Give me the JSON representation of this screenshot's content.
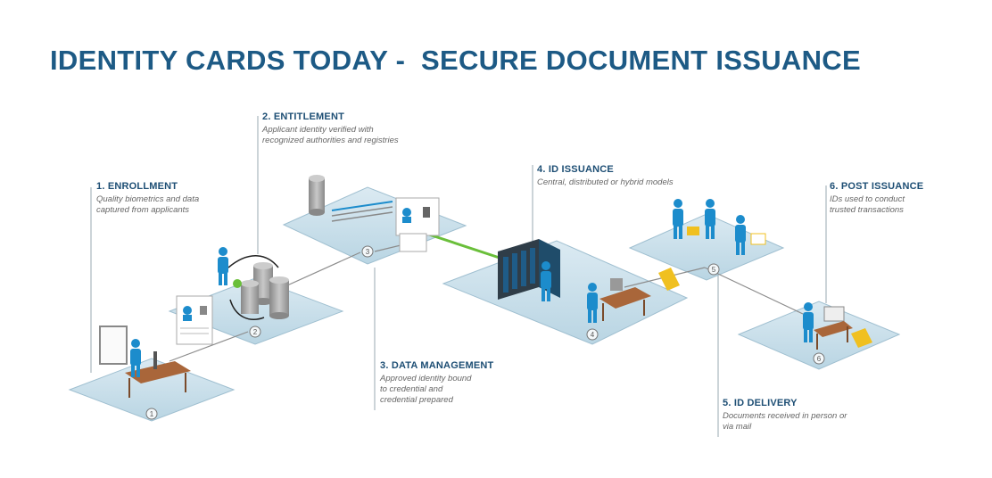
{
  "title": "IDENTITY CARDS TODAY -  SECURE DOCUMENT ISSUANCE",
  "colors": {
    "title": "#1d5a85",
    "person": "#1c8ccc",
    "platform": "#c4dde9",
    "card": "#f0c020",
    "link": "#6abf3a"
  },
  "steps": [
    {
      "number": "1",
      "heading": "1. ENROLLMENT",
      "lines": [
        "Quality biometrics and data",
        "captured from applicants"
      ]
    },
    {
      "number": "2",
      "heading": "2. ENTITLEMENT",
      "lines": [
        "Applicant identity verified with",
        "recognized authorities and registries"
      ]
    },
    {
      "number": "3",
      "heading": "3. DATA MANAGEMENT",
      "lines": [
        "Approved identity bound",
        "to credential and",
        "credential prepared"
      ]
    },
    {
      "number": "4",
      "heading": "4. ID ISSUANCE",
      "lines": [
        "Central, distributed or hybrid models"
      ]
    },
    {
      "number": "5",
      "heading": "5. ID DELIVERY",
      "lines": [
        "Documents received in person or",
        "via mail"
      ]
    },
    {
      "number": "6",
      "heading": "6. POST ISSUANCE",
      "lines": [
        "IDs used to conduct",
        "trusted transactions"
      ]
    }
  ]
}
